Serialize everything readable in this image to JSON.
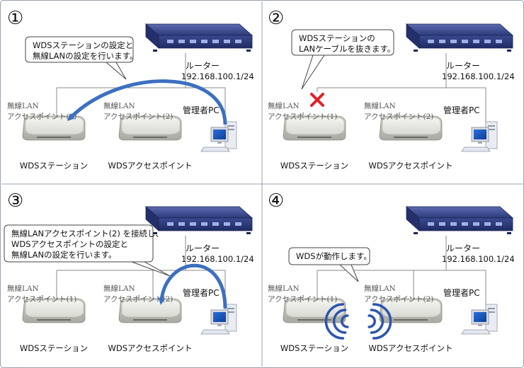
{
  "panels": [
    {
      "number": "①",
      "callout": [
        "WDSステーションの設定と",
        "無線LANの設定を行います。"
      ],
      "router_label": "ルーター",
      "router_ip": "192.168.100.1/24",
      "ap1_label": [
        "無線LAN",
        "アクセスポイント(1)"
      ],
      "ap2_label": [
        "無線LAN",
        "アクセスポイント(2)"
      ],
      "pc_label": "管理者PC",
      "ap1_caption": "WDSステーション",
      "ap2_caption": "WDSアクセスポイント"
    },
    {
      "number": "②",
      "callout": [
        "WDSステーションの",
        "LANケーブルを抜きます。"
      ],
      "router_label": "ルーター",
      "router_ip": "192.168.100.1/24",
      "ap1_label": [
        "無線LAN",
        "アクセスポイント(1)"
      ],
      "ap2_label": [
        "無線LAN",
        "アクセスポイント(2)"
      ],
      "pc_label": "管理者PC",
      "ap1_caption": "WDSステーション",
      "ap2_caption": "WDSアクセスポイント"
    },
    {
      "number": "③",
      "callout": [
        "無線LANアクセスポイント(2) を接続し、",
        "WDSアクセスポイントの設定と",
        "無線LANの設定を行います。"
      ],
      "router_label": "ルーター",
      "router_ip": "192.168.100.1/24",
      "ap1_label": [
        "無線LAN",
        "アクセスポイント(1)"
      ],
      "ap2_label": [
        "無線LAN",
        "アクセスポイント(2)"
      ],
      "pc_label": "管理者PC",
      "ap1_caption": "WDSステーション",
      "ap2_caption": "WDSアクセスポイント"
    },
    {
      "number": "④",
      "callout": [
        "WDSが動作します。"
      ],
      "router_label": "ルーター",
      "router_ip": "192.168.100.1/24",
      "ap1_label": [
        "無線LAN",
        "アクセスポイント(1)"
      ],
      "ap2_label": [
        "無線LAN",
        "アクセスポイント(2)"
      ],
      "pc_label": "管理者PC",
      "ap1_caption": "WDSステーション",
      "ap2_caption": "WDSアクセスポイント"
    }
  ],
  "colors": {
    "router": "#2b3a7a",
    "arrow": "#3c6fc0",
    "cross": "#e0202a",
    "wifi": "#2d55b0",
    "line": "#888888",
    "panel_border": "#9aa3b2"
  }
}
